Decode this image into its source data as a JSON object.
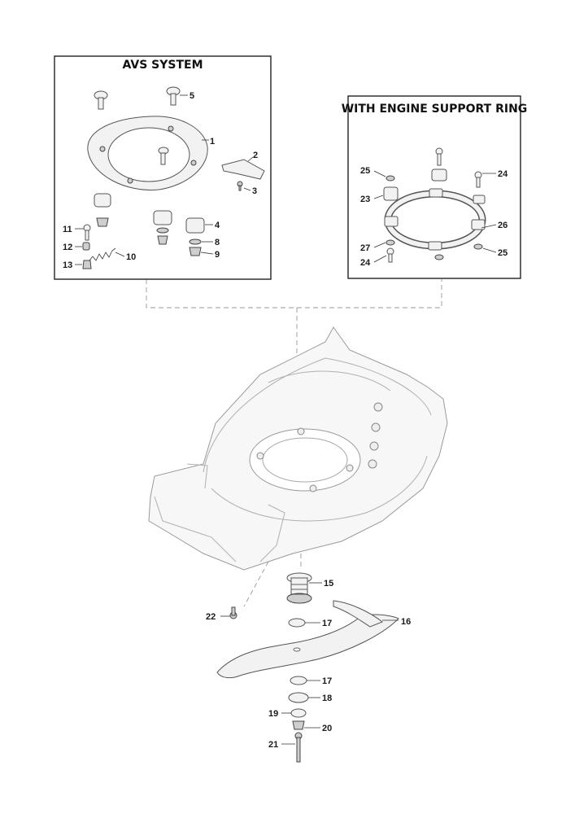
{
  "panels": {
    "avs": {
      "title": "AVS SYSTEM"
    },
    "ring": {
      "title": "WITH ENGINE SUPPORT RING"
    }
  },
  "callouts": {
    "c1": "1",
    "c2": "2",
    "c3": "3",
    "c4": "4",
    "c5": "5",
    "c8": "8",
    "c9": "9",
    "c10": "10",
    "c11": "11",
    "c12": "12",
    "c13": "13",
    "c15": "15",
    "c16": "16",
    "c17a": "17",
    "c17b": "17",
    "c18": "18",
    "c19": "19",
    "c20": "20",
    "c21": "21",
    "c22": "22",
    "c23": "23",
    "c24a": "24",
    "c24b": "24",
    "c25a": "25",
    "c25b": "25",
    "c26": "26",
    "c27": "27"
  }
}
